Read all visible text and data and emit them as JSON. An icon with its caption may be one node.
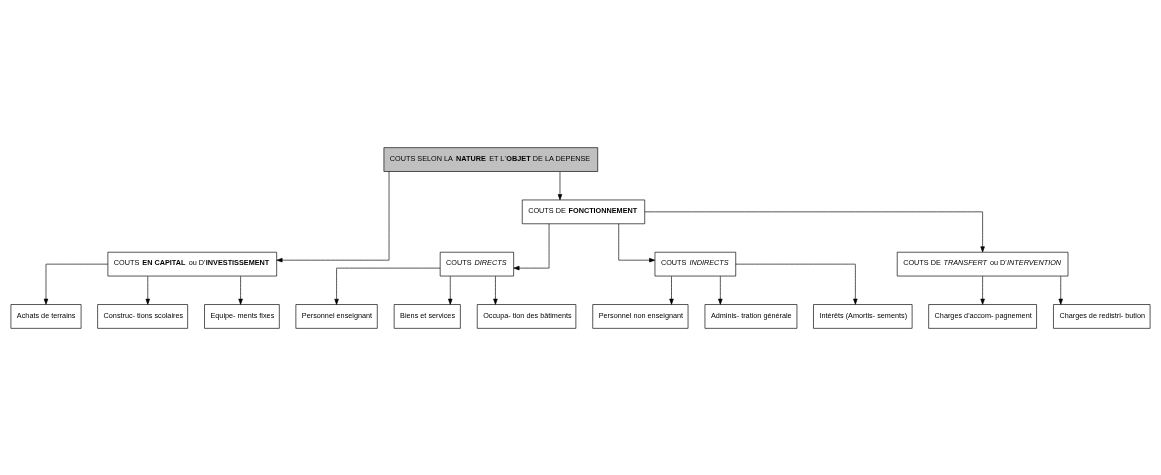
{
  "diagram": {
    "nodes": [
      {
        "text": [
          "COUTS SELON LA **NATURE** ET L'**OBJET** DE LA DEPENSE"
        ]
      },
      {
        "text": [
          "COUTS **EN CAPITAL** ou D'**INVESTISSEMENT**"
        ]
      },
      {
        "text": [
          "COUTS DE **FONCTIONNEMENT**"
        ]
      },
      {
        "text": [
          "Achats de terrains"
        ]
      },
      {
        "text": [
          "Construc- tions scolaires"
        ]
      },
      {
        "text": [
          "Equipe- ments fixes"
        ]
      },
      {
        "text": [
          "COUTS *DIRECTS*"
        ]
      },
      {
        "text": [
          "COUTS *INDIRECTS*"
        ]
      },
      {
        "text": [
          "COUTS DE *TRANSFERT* ou D'*INTERVENTION*"
        ]
      },
      {
        "text": [
          "Personnel enseignant"
        ]
      },
      {
        "text": [
          "Biens et services"
        ]
      },
      {
        "text": [
          "Occupa- tion des bâtiments"
        ]
      },
      {
        "text": [
          "Personnel non enseignant"
        ]
      },
      {
        "text": [
          "Adminis- tration générale"
        ]
      },
      {
        "text": [
          "Intérêts (Amortis- sements)"
        ]
      },
      {
        "text": [
          "Charges d'accom- pagnement"
        ]
      },
      {
        "text": [
          "Charges de redistri- bution"
        ]
      }
    ],
    "edges": [
      {
        "from": 0,
        "to": 1,
        "arrow": "to"
      },
      {
        "from": 0,
        "to": 2,
        "arrow": "to"
      },
      {
        "from": 1,
        "to": 3,
        "arrow": "to"
      },
      {
        "from": 1,
        "to": 4,
        "arrow": "to"
      },
      {
        "from": 1,
        "to": 5,
        "arrow": "to"
      },
      {
        "from": 2,
        "to": 6,
        "arrow": "to"
      },
      {
        "from": 2,
        "to": 7,
        "arrow": "to"
      },
      {
        "from": 2,
        "to": 8,
        "arrow": "to"
      },
      {
        "from": 6,
        "to": 9,
        "arrow": "to"
      },
      {
        "from": 6,
        "to": 10,
        "arrow": "to"
      },
      {
        "from": 6,
        "to": 11,
        "arrow": "to"
      },
      {
        "from": 7,
        "to": 12,
        "arrow": "to"
      },
      {
        "from": 7,
        "to": 13,
        "arrow": "to"
      },
      {
        "from": 7,
        "to": 14,
        "arrow": "to"
      },
      {
        "from": 8,
        "to": 15,
        "arrow": "to"
      },
      {
        "from": 8,
        "to": 16,
        "arrow": "to"
      }
    ]
  }
}
